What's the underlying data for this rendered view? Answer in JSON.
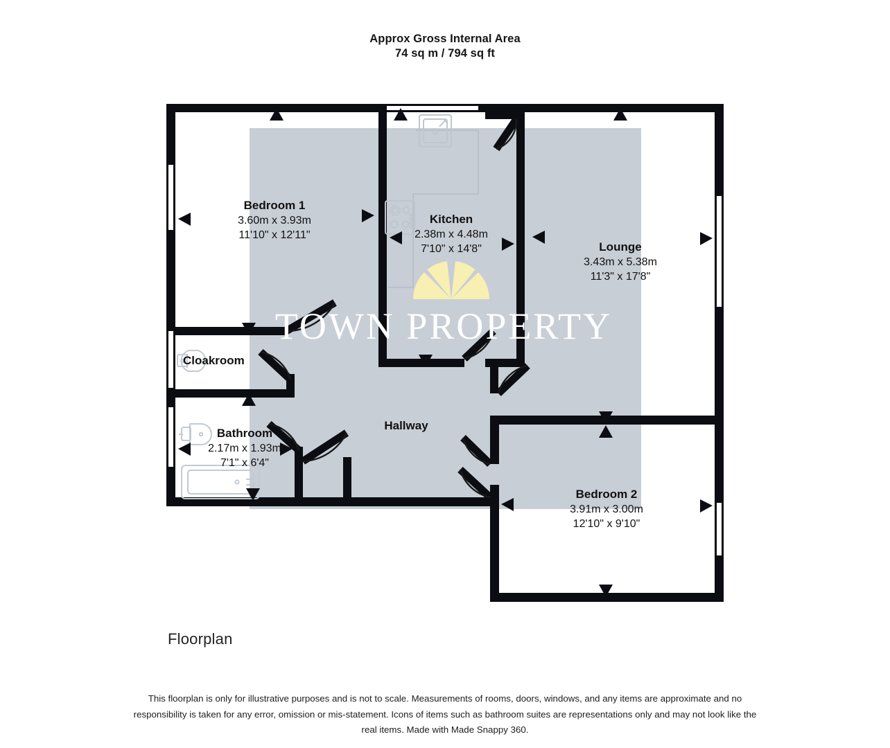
{
  "header": {
    "line1": "Approx Gross Internal Area",
    "line2": "74 sq m / 794 sq ft"
  },
  "watermark": {
    "brand": "TOWN PROPERTY",
    "logo_color": "#f7eeb0",
    "text_color": "#ffffff"
  },
  "colors": {
    "wall": "#0b0d12",
    "room_fill": "#ffffff",
    "backdrop": "#c8ced6",
    "fixture_stroke": "#c9cfd6",
    "page_background": "#ffffff",
    "text": "#111111"
  },
  "rooms": [
    {
      "id": "bedroom-1",
      "name": "Bedroom 1",
      "dim_metric": "3.60m x 3.93m",
      "dim_imperial": "11'10\" x 12'11\""
    },
    {
      "id": "kitchen",
      "name": "Kitchen",
      "dim_metric": "2.38m x 4.48m",
      "dim_imperial": "7'10\" x 14'8\""
    },
    {
      "id": "lounge",
      "name": "Lounge",
      "dim_metric": "3.43m x 5.38m",
      "dim_imperial": "11'3\" x 17'8\""
    },
    {
      "id": "cloakroom",
      "name": "Cloakroom",
      "dim_metric": "",
      "dim_imperial": ""
    },
    {
      "id": "bathroom",
      "name": "Bathroom",
      "dim_metric": "2.17m x 1.93m",
      "dim_imperial": "7'1\" x 6'4\""
    },
    {
      "id": "hallway",
      "name": "Hallway",
      "dim_metric": "",
      "dim_imperial": ""
    },
    {
      "id": "bedroom-2",
      "name": "Bedroom 2",
      "dim_metric": "3.91m x 3.00m",
      "dim_imperial": "12'10\" x 9'10\""
    }
  ],
  "fixtures": [
    {
      "id": "kitchen-sink",
      "icon": "sink-icon"
    },
    {
      "id": "kitchen-hob",
      "icon": "hob-icon"
    },
    {
      "id": "cloakroom-wc",
      "icon": "toilet-icon"
    },
    {
      "id": "bathroom-basin",
      "icon": "basin-icon"
    },
    {
      "id": "bathroom-bath",
      "icon": "bathtub-icon"
    }
  ],
  "footer": {
    "caption": "Floorplan",
    "disclaimer": "This floorplan is only for illustrative purposes and is not to scale. Measurements of rooms, doors, windows, and any items are approximate and no responsibility is taken for any error, omission or mis-statement. Icons of items such as bathroom suites are representations only and may not look like the real items. Made with Made Snappy 360."
  }
}
